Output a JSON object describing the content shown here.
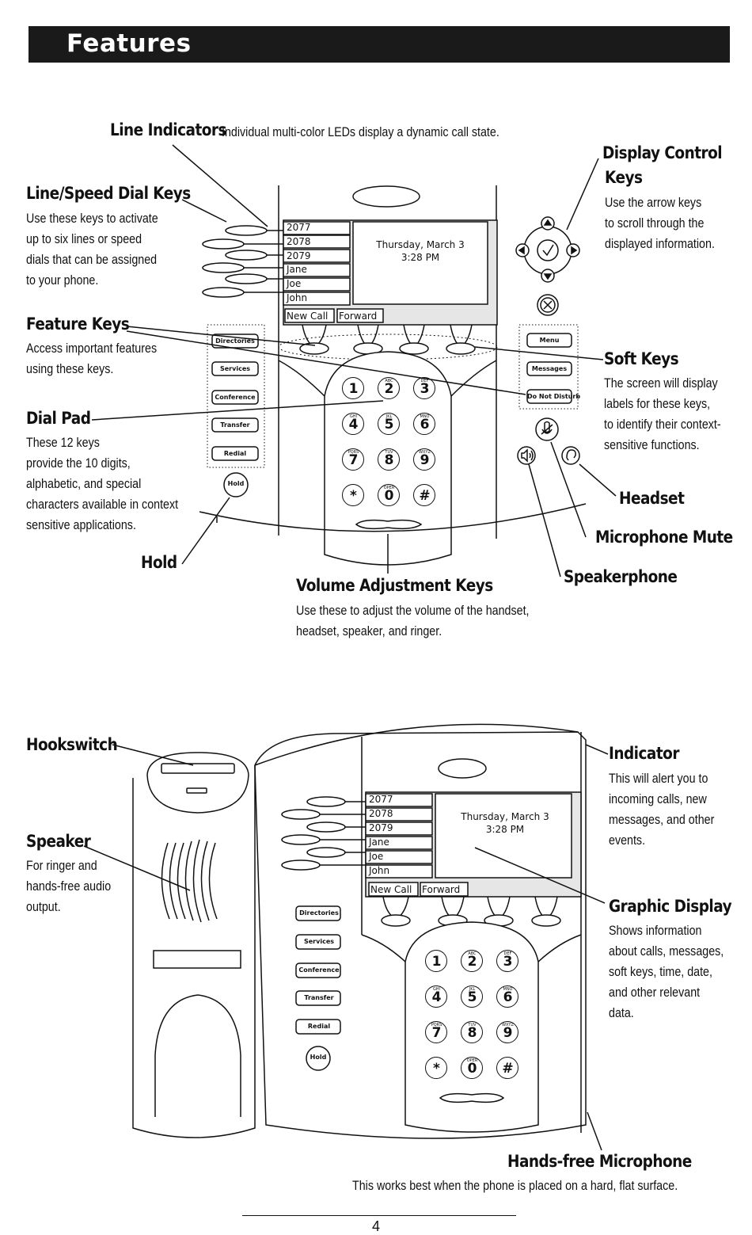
{
  "header": {
    "title": "Features"
  },
  "callouts": {
    "line_indicators": {
      "title": "Line Indicators",
      "desc": "Individual multi-color LEDs display a dynamic call state."
    },
    "line_speed_dial": {
      "title": "Line/Speed Dial Keys",
      "desc": "Use these keys to activate\nup to six lines or speed\ndials that can be assigned\nto your phone."
    },
    "feature_keys": {
      "title": "Feature Keys",
      "desc": "Access important features\nusing these keys."
    },
    "dial_pad": {
      "title": "Dial Pad",
      "desc": "These 12 keys\nprovide the 10 digits,\nalphabetic, and special\ncharacters available in context\nsensitive applications."
    },
    "hold": {
      "title": "Hold"
    },
    "volume": {
      "title": "Volume Adjustment Keys",
      "desc": "Use these to adjust the volume of the handset,\nheadset, speaker, and ringer."
    },
    "display_control": {
      "title1": "Display Control",
      "title2": "Keys",
      "desc": "Use the arrow keys\n to scroll through the\n displayed information."
    },
    "soft_keys": {
      "title": "Soft Keys",
      "desc": "The screen will display\nlabels for these keys,\nto identify their context-\nsensitive functions."
    },
    "headset": {
      "title": "Headset"
    },
    "mic_mute": {
      "title": "Microphone Mute"
    },
    "speakerphone": {
      "title": "Speakerphone"
    },
    "hookswitch": {
      "title": "Hookswitch"
    },
    "speaker": {
      "title": "Speaker",
      "desc": "For ringer and\nhands-free audio\noutput."
    },
    "indicator": {
      "title": "Indicator",
      "desc": "This will alert you to\nincoming calls, new\nmessages, and other\nevents."
    },
    "graphic_display": {
      "title": "Graphic Display",
      "desc": "Shows information\nabout calls, messages,\nsoft keys, time, date,\nand other relevant\ndata."
    },
    "handsfree_mic": {
      "title": "Hands-free Microphone",
      "desc": "This works best when the phone is placed on a hard, flat surface."
    }
  },
  "phone": {
    "lines": [
      "2077",
      "2078",
      "2079",
      "Jane",
      "Joe",
      "John"
    ],
    "screen_date": "Thursday, March 3",
    "screen_time": "3:28 PM",
    "softkeys": [
      "New Call",
      "Forward"
    ],
    "feature_keys": [
      "Directories",
      "Services",
      "Conference",
      "Transfer",
      "Redial"
    ],
    "hold_key": "Hold",
    "right_keys": [
      "Menu",
      "Messages",
      "Do Not Disturb"
    ],
    "dial_keys": [
      {
        "digit": "1",
        "letters": ""
      },
      {
        "digit": "2",
        "letters": "ABC"
      },
      {
        "digit": "3",
        "letters": "DEF"
      },
      {
        "digit": "4",
        "letters": "GHI"
      },
      {
        "digit": "5",
        "letters": "JKL"
      },
      {
        "digit": "6",
        "letters": "MNO"
      },
      {
        "digit": "7",
        "letters": "PQRS"
      },
      {
        "digit": "8",
        "letters": "TUV"
      },
      {
        "digit": "9",
        "letters": "WXYZ"
      },
      {
        "digit": "*",
        "letters": ""
      },
      {
        "digit": "0",
        "letters": "OPER"
      },
      {
        "digit": "#",
        "letters": ""
      }
    ]
  },
  "footer": {
    "page_number": "4"
  }
}
